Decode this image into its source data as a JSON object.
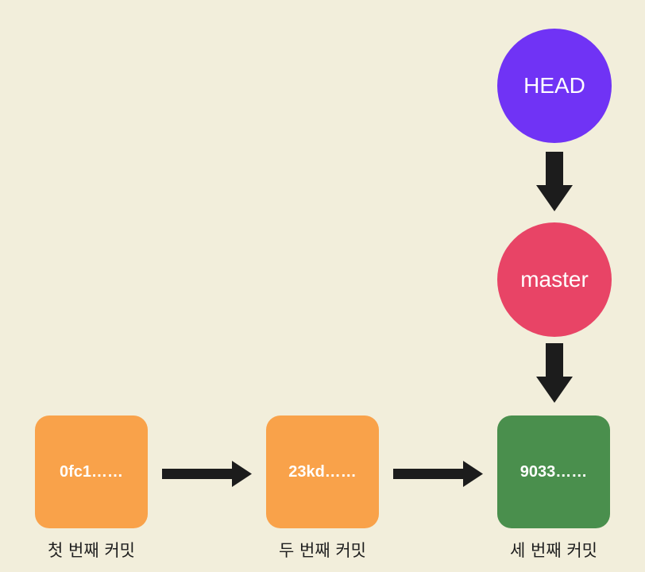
{
  "refs": {
    "head": {
      "label": "HEAD",
      "color": "#7033f5"
    },
    "master": {
      "label": "master",
      "color": "#e84466"
    }
  },
  "commits": [
    {
      "hash": "0fc1……",
      "caption": "첫 번째 커밋",
      "color": "#f9a24a"
    },
    {
      "hash": "23kd……",
      "caption": "두 번째 커밋",
      "color": "#f9a24a"
    },
    {
      "hash": "9033……",
      "caption": "세 번째 커밋",
      "color": "#4a8f4d"
    }
  ],
  "arrow_color": "#1c1c1c"
}
